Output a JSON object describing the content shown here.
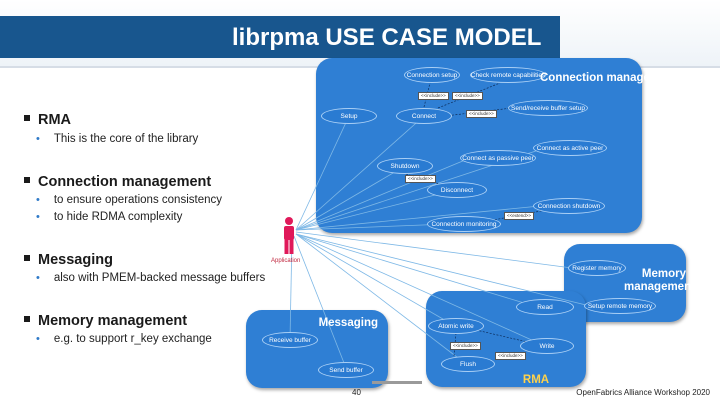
{
  "title": "librpma USE CASE MODEL",
  "bullets": [
    {
      "heading": "RMA",
      "items": [
        "This is the core of the library"
      ]
    },
    {
      "heading": "Connection management",
      "items": [
        "to ensure operations consistency",
        "to hide RDMA complexity"
      ]
    },
    {
      "heading": "Messaging",
      "items": [
        "also with PMEM-backed message buffers"
      ]
    },
    {
      "heading": "Memory management",
      "items": [
        "e.g. to support r_key exchange"
      ]
    }
  ],
  "diagram": {
    "actor": "Application",
    "groups": {
      "connection": "Connection management",
      "memory": "Memory management",
      "messaging": "Messaging",
      "rma": "RMA"
    },
    "nodes": {
      "connection_setup": "Connection setup",
      "check_remote": "Check remote capabilities",
      "setup": "Setup",
      "connect": "Connect",
      "send_recv_setup": "Send/receive buffer setup",
      "shutdown": "Shutdown",
      "connect_passive": "Connect as passive peer",
      "connect_active": "Connect as active peer",
      "disconnect": "Disconnect",
      "connection_shutdown": "Connection shutdown",
      "connection_monitoring": "Connection monitoring",
      "register_memory": "Register memory",
      "setup_remote_memory": "Setup remote memory",
      "receive_buffer": "Receive buffer",
      "send_buffer": "Send buffer",
      "read": "Read",
      "atomic_write": "Atomic write",
      "write": "Write",
      "flush": "Flush"
    },
    "tags": {
      "include": "<<include>>",
      "extend": "<<extend>>"
    }
  },
  "footer": {
    "page": "40",
    "event": "OpenFabrics Alliance Workshop 2020"
  },
  "colors": {
    "title_bg": "#18568e",
    "group_bg": "#2f7fd4",
    "node_bg": "#2a7bd2",
    "actor": "#e0195a"
  }
}
